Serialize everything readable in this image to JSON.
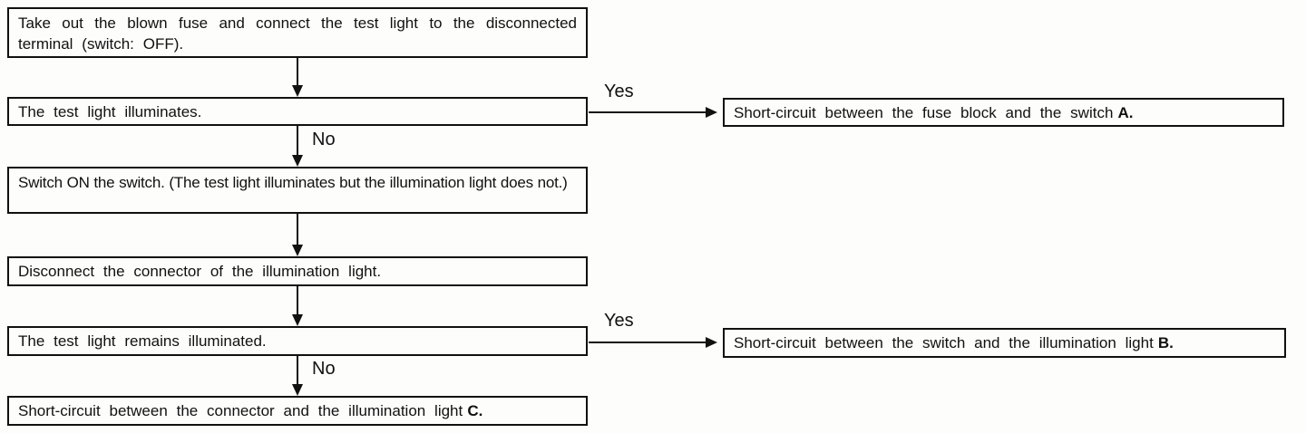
{
  "flowchart": {
    "steps": {
      "step1": "Take out the blown fuse and connect the test light to the disconnected terminal (switch: OFF).",
      "step2": "The test light illuminates.",
      "step3": "Switch ON the switch. (The test light illuminates but the illumination light does not.)",
      "step4": "Disconnect the connector of the illumination light.",
      "step5": "The test light remains illuminated."
    },
    "results": {
      "a": {
        "text": "Short-circuit between the fuse block and the switch",
        "marker": "A."
      },
      "b": {
        "text": "Short-circuit between the switch and the illumination light",
        "marker": "B."
      },
      "c": {
        "text": "Short-circuit between the connector and the illumination light",
        "marker": "C."
      }
    },
    "labels": {
      "yes1": "Yes",
      "no1": "No",
      "yes2": "Yes",
      "no2": "No"
    },
    "colors": {
      "ink": "#111111",
      "background": "#fdfdfc"
    }
  }
}
